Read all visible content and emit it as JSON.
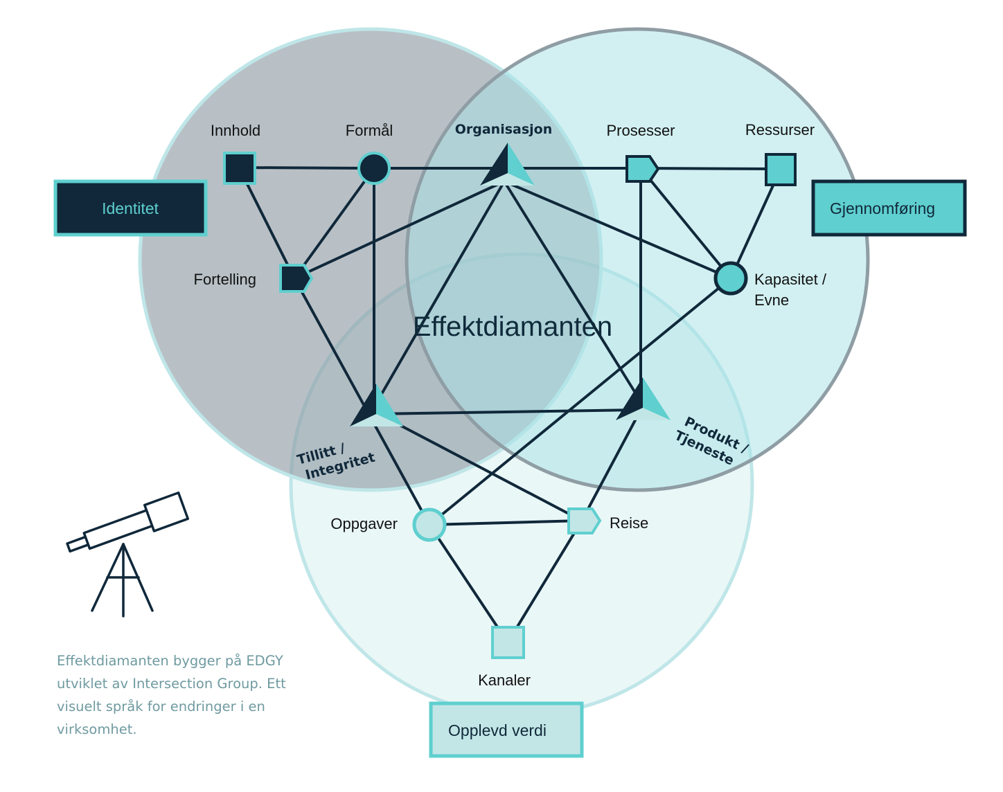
{
  "title": "Effektdiamanten",
  "colors": {
    "navy": "#10283a",
    "teal": "#5fcfcf",
    "light_teal": "#c2e6e6",
    "grey_circle": "#8d9aa3",
    "cyan_circle": "#a9e2e6",
    "pale_circle": "#dff4f4"
  },
  "boxes": {
    "identitet": "Identitet",
    "gjennomforing": "Gjennomføring",
    "opplevd_verdi": "Opplevd verdi"
  },
  "nodes": {
    "innhold": "Innhold",
    "formal": "Formål",
    "organisasjon": "Organisasjon",
    "prosesser": "Prosesser",
    "ressurser": "Ressurser",
    "fortelling": "Fortelling",
    "kapasitet_1": "Kapasitet /",
    "kapasitet_2": "Evne",
    "tillit_1": "Tillitt /",
    "tillit_2": "Integritet",
    "produkt_1": "Produkt /",
    "produkt_2": "Tjeneste",
    "oppgaver": "Oppgaver",
    "reise": "Reise",
    "kanaler": "Kanaler"
  },
  "icons": [
    "telescope-icon"
  ],
  "caption": "Effektdiamanten bygger på EDGY utviklet av Intersection Group. Ett visuelt språk for endringer i en virksomhet."
}
